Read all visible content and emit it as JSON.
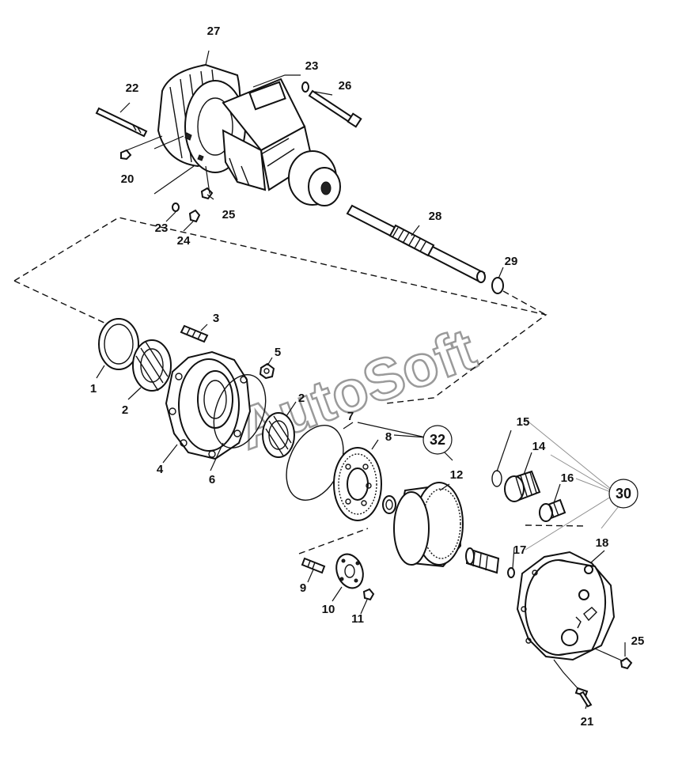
{
  "watermark": "AutoSoft",
  "labels": {
    "p1": "1",
    "p2a": "2",
    "p2b": "2",
    "p3": "3",
    "p4": "4",
    "p5": "5",
    "p6": "6",
    "p7": "7",
    "p8": "8",
    "p9": "9",
    "p10": "10",
    "p11": "11",
    "p12": "12",
    "p14": "14",
    "p15": "15",
    "p16": "16",
    "p17": "17",
    "p18": "18",
    "p20": "20",
    "p21": "21",
    "p22": "22",
    "p23a": "23",
    "p23b": "23",
    "p24": "24",
    "p25a": "25",
    "p25b": "25",
    "p26": "26",
    "p27": "27",
    "p28": "28",
    "p29": "29"
  },
  "callouts": {
    "c30": "30",
    "c32": "32"
  }
}
